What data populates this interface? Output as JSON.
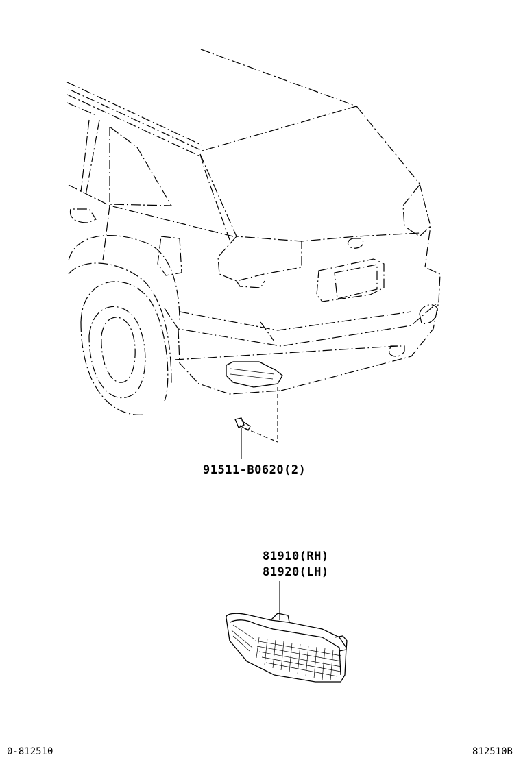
{
  "parts": {
    "bolt": {
      "number": "91511-B0620(2)"
    },
    "reflector": {
      "number_rh": "81910(RH)",
      "number_lh": "81920(LH)"
    }
  },
  "footer": {
    "left_code": "0-812510",
    "right_code": "812510B"
  }
}
